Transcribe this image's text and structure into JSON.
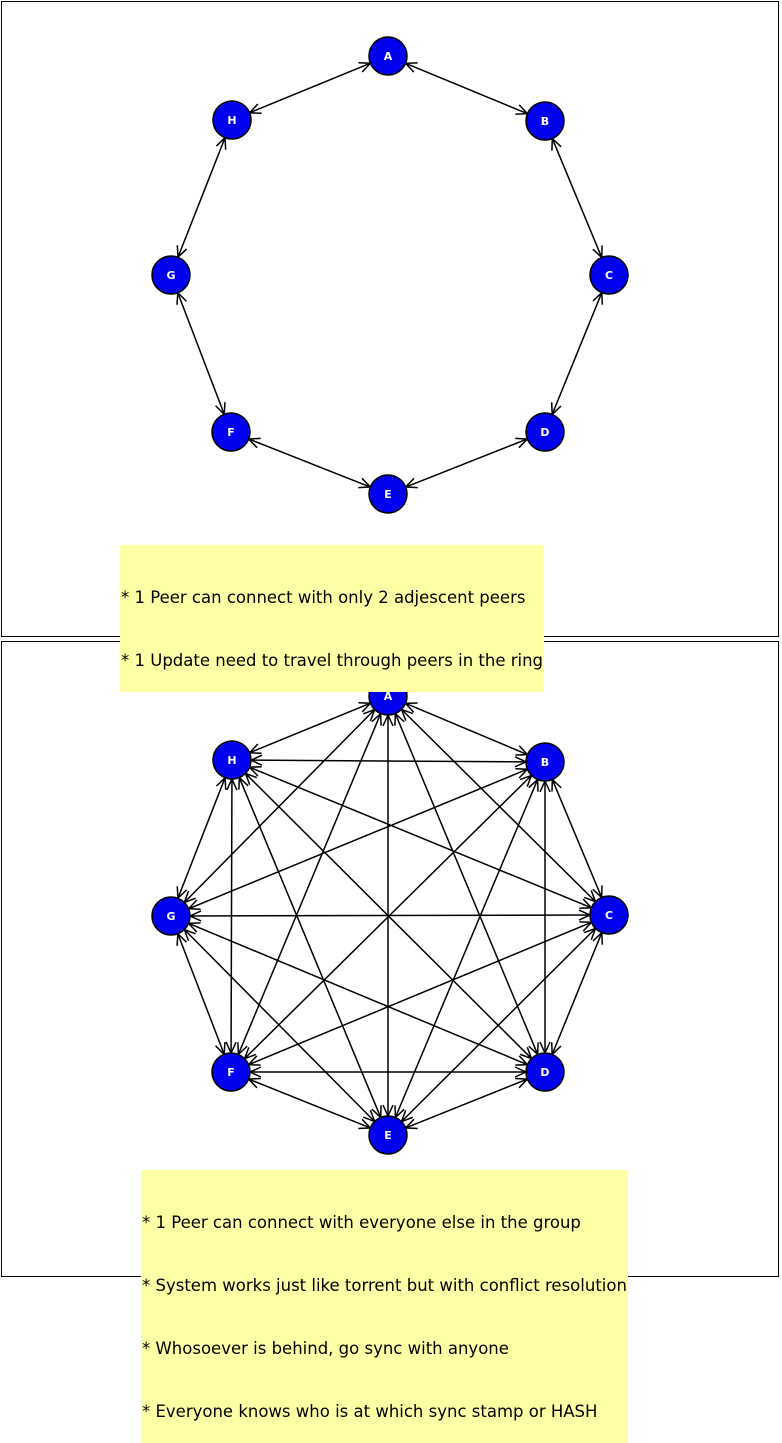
{
  "colors": {
    "node_fill": "#0000ee",
    "node_stroke": "#000000",
    "node_text": "#ffffff",
    "edge": "#000000",
    "note_bg": "#ffffa6"
  },
  "nodes": [
    "A",
    "B",
    "C",
    "D",
    "E",
    "F",
    "G",
    "H"
  ],
  "ring_diagram": {
    "edges": [
      [
        "A",
        "B"
      ],
      [
        "B",
        "C"
      ],
      [
        "C",
        "D"
      ],
      [
        "D",
        "E"
      ],
      [
        "E",
        "F"
      ],
      [
        "F",
        "G"
      ],
      [
        "G",
        "H"
      ],
      [
        "H",
        "A"
      ]
    ],
    "notes": [
      "* 1 Peer can connect with only 2 adjescent peers",
      "* 1 Update need to travel through peers in the ring"
    ]
  },
  "mesh_diagram": {
    "edges": "all-pairs",
    "notes": [
      "* 1 Peer can connect with everyone else in the group",
      "* System works just like torrent but with conflict resolution",
      "* Whosoever is behind, go sync with anyone",
      "* Everyone knows who is at which sync stamp or HASH"
    ]
  }
}
